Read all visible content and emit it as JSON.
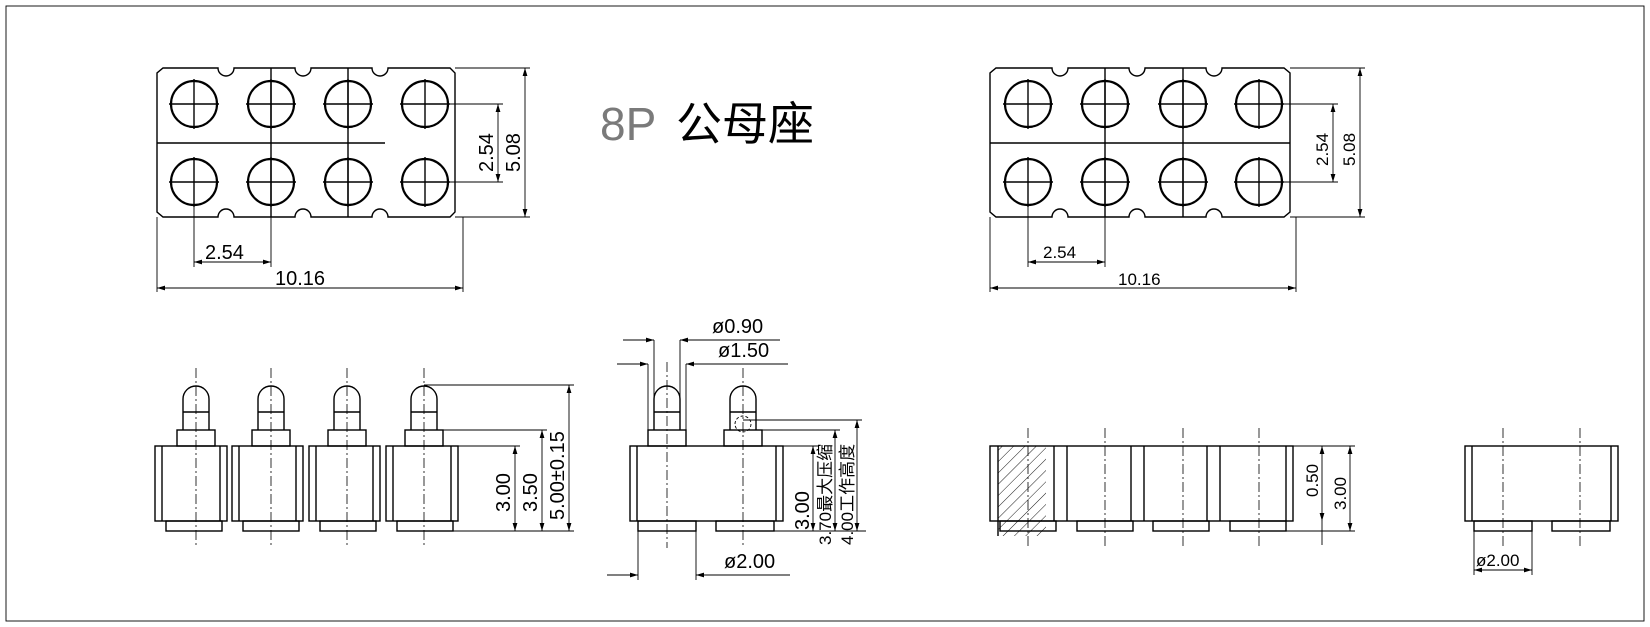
{
  "title": {
    "code": "8P",
    "name": "公母座"
  },
  "top_view": {
    "pitch": "2.54",
    "length": "10.16",
    "row_pitch": "2.54",
    "width": "5.08"
  },
  "side_view": {
    "body_height": "3.00",
    "plunger_step": "3.50",
    "total_height": "5.00±0.15"
  },
  "section_view": {
    "tip_dia": "ø0.90",
    "barrel_dia": "ø1.50",
    "base_dia": "ø2.00",
    "height_a": "3.00",
    "height_b": "3.70最大压缩",
    "height_c": "4.00工作高度"
  },
  "female_side_view": {
    "offset": "0.50",
    "height": "3.00"
  },
  "female_end_view": {
    "base_dia": "ø2.00"
  }
}
